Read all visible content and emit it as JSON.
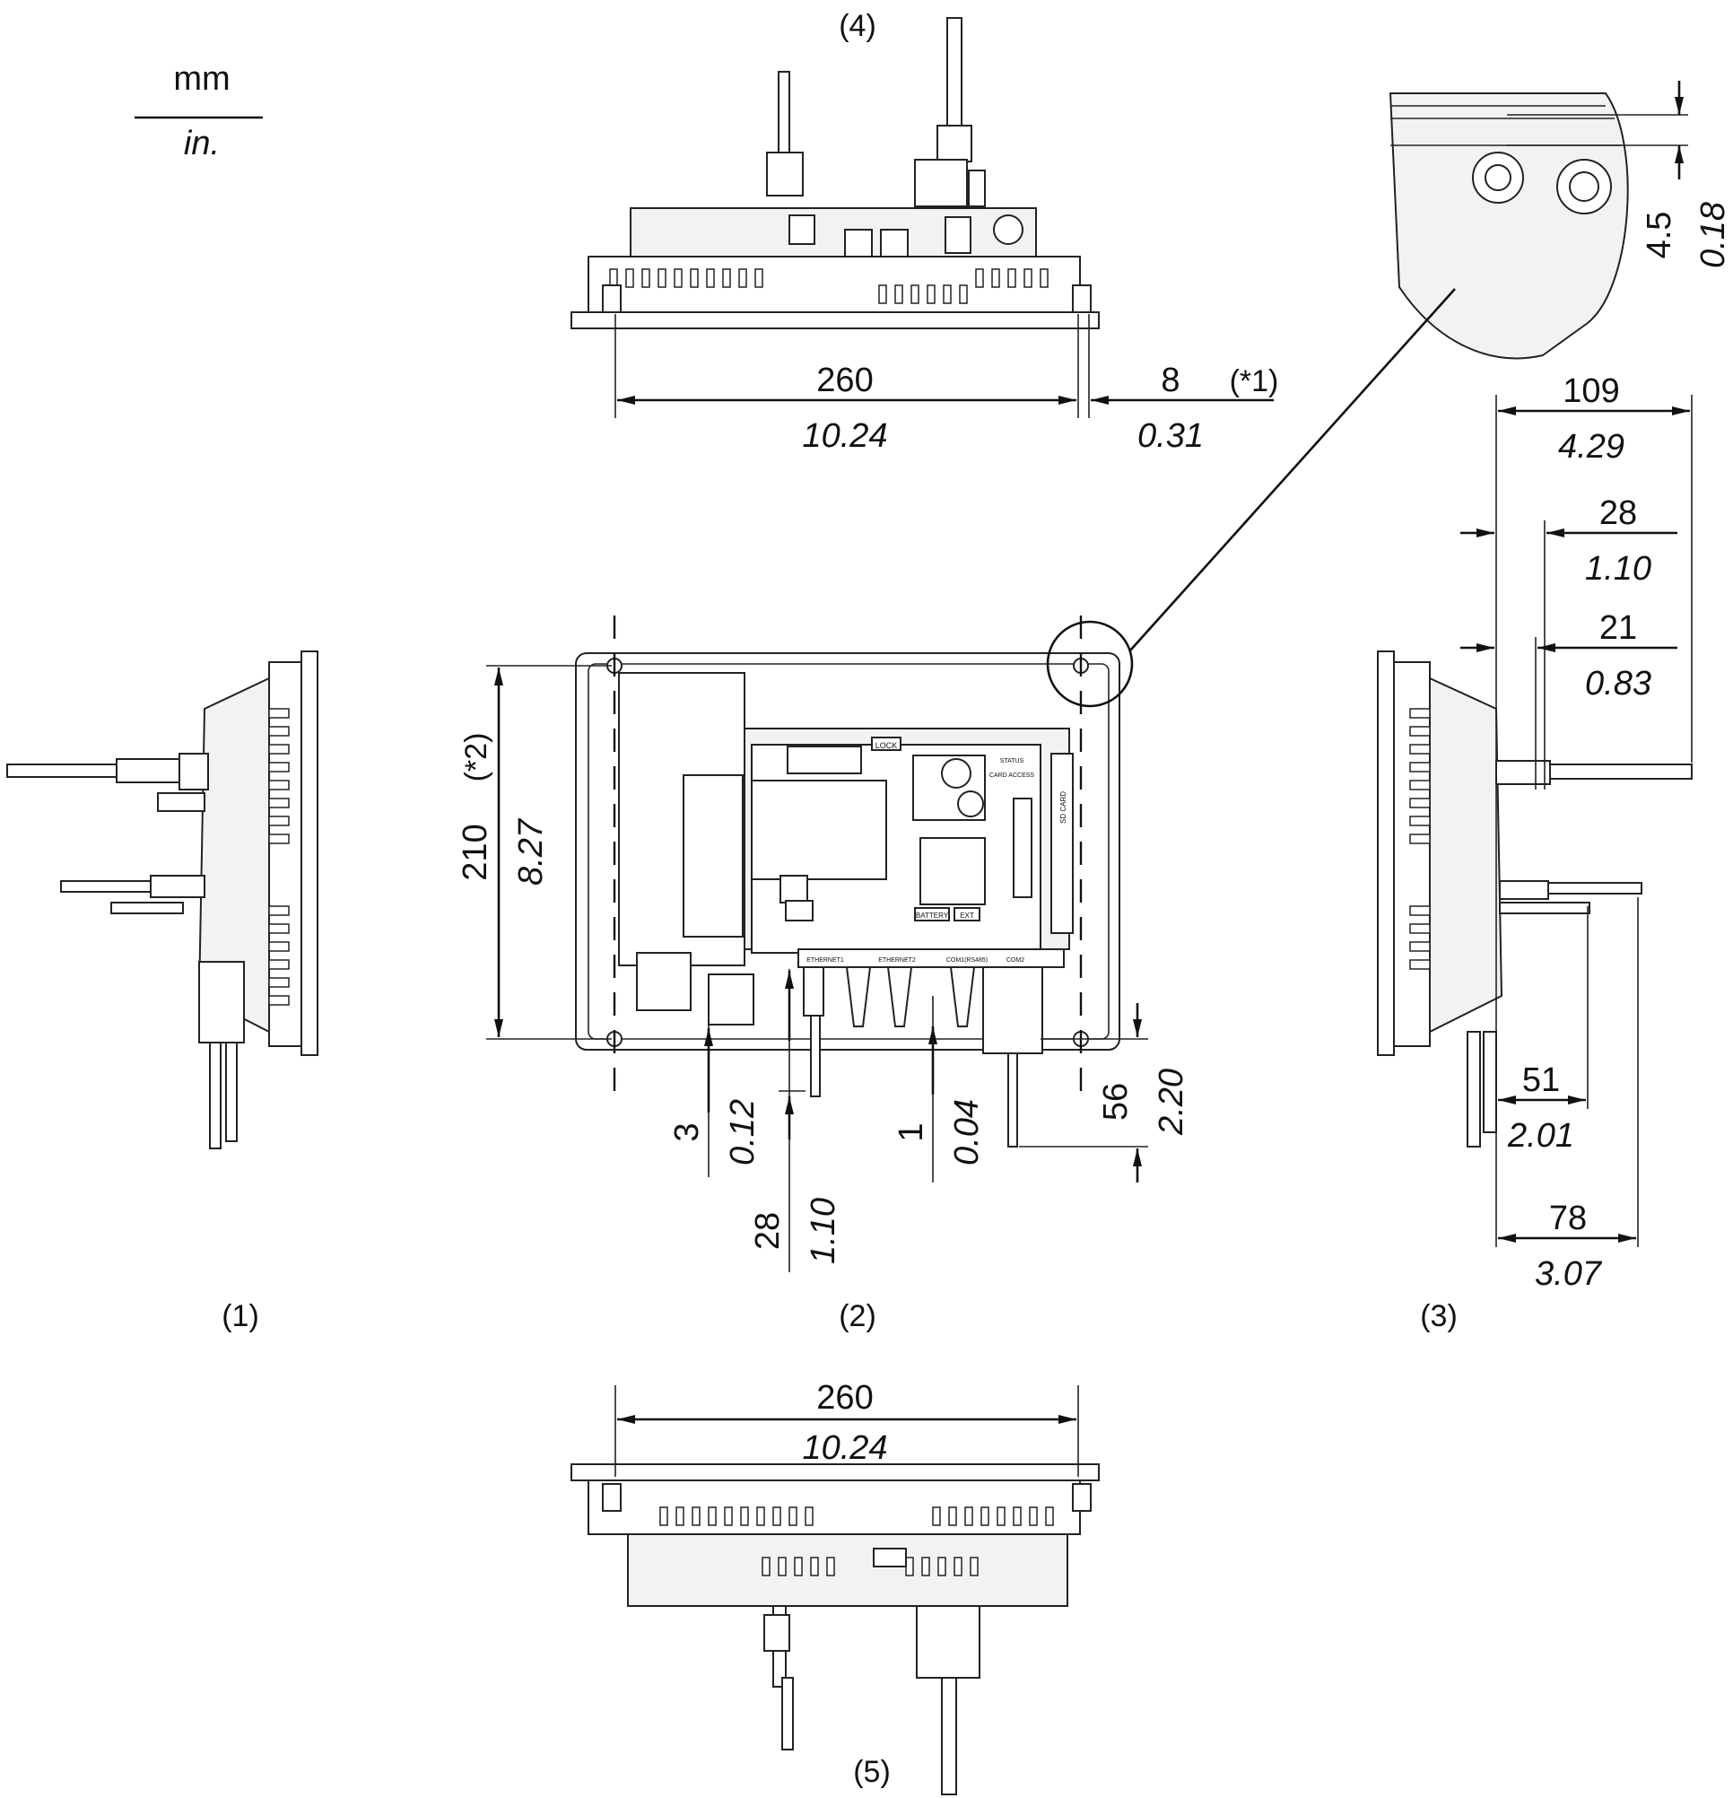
{
  "units": {
    "primary": "mm",
    "secondary": "in."
  },
  "view_labels": [
    "(1)",
    "(2)",
    "(3)",
    "(4)",
    "(5)"
  ],
  "top_view": {
    "width": {
      "mm": "260",
      "in": "10.24"
    },
    "protrusion": {
      "mm": "8",
      "in": "0.31",
      "note": "(*1)"
    }
  },
  "detail": {
    "mm": "4.5",
    "in": "0.18"
  },
  "rear_view": {
    "height": {
      "mm": "210",
      "in": "8.27",
      "note": "(*2)"
    },
    "dim_a": {
      "mm": "3",
      "in": "0.12"
    },
    "dim_b": {
      "mm": "28",
      "in": "1.10"
    },
    "dim_c": {
      "mm": "1",
      "in": "0.04"
    },
    "dim_d": {
      "mm": "56",
      "in": "2.20"
    },
    "port_labels": [
      "LOCK",
      "BATTERY",
      "EXT",
      "STATUS",
      "CARD ACCESS",
      "SD CARD",
      "ETHERNET1",
      "ETHERNET2",
      "COM1(RS485)",
      "COM2"
    ]
  },
  "side_view": {
    "depth": {
      "mm": "109",
      "in": "4.29"
    },
    "d28": {
      "mm": "28",
      "in": "1.10"
    },
    "d21": {
      "mm": "21",
      "in": "0.83"
    },
    "d51": {
      "mm": "51",
      "in": "2.01"
    },
    "d78": {
      "mm": "78",
      "in": "3.07"
    }
  },
  "bottom_view": {
    "width": {
      "mm": "260",
      "in": "10.24"
    }
  }
}
